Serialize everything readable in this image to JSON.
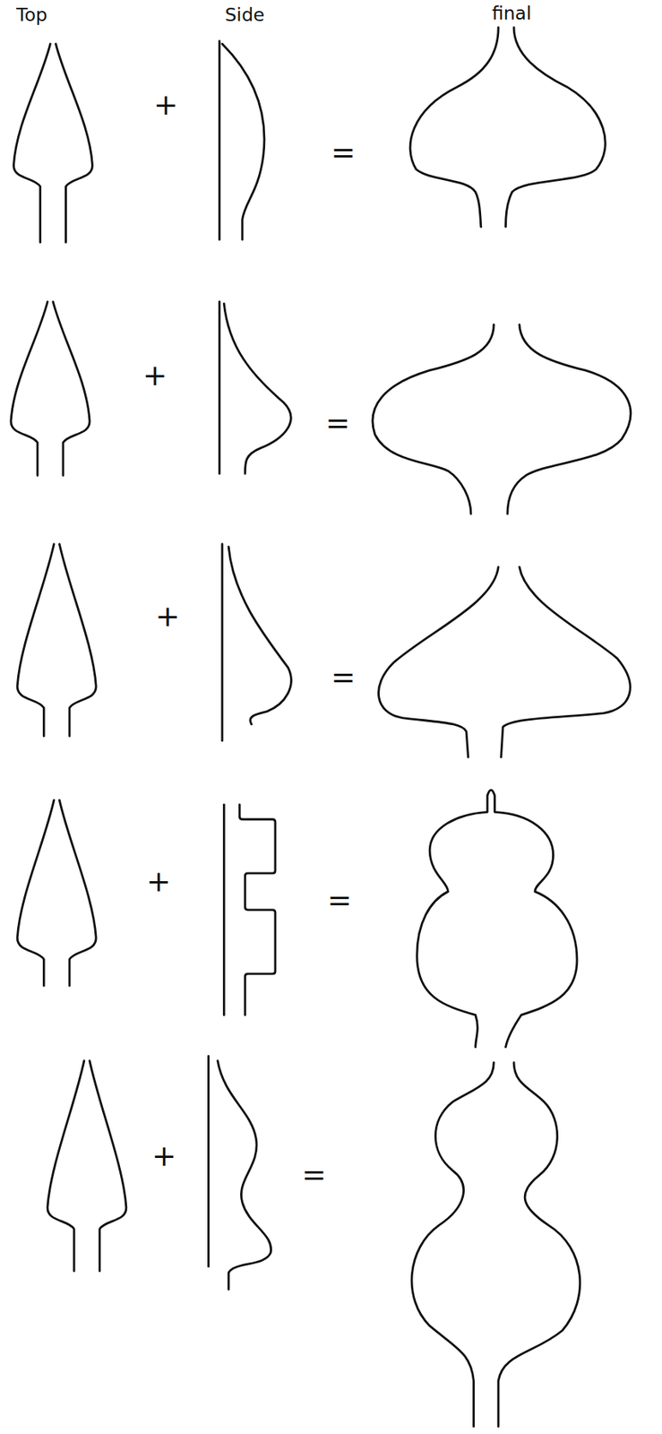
{
  "diagram": {
    "labels": [
      "Top",
      "Side",
      "final",
      "+",
      "=",
      "+",
      "=",
      "+",
      "=",
      "+",
      "=",
      "+",
      "="
    ]
  }
}
